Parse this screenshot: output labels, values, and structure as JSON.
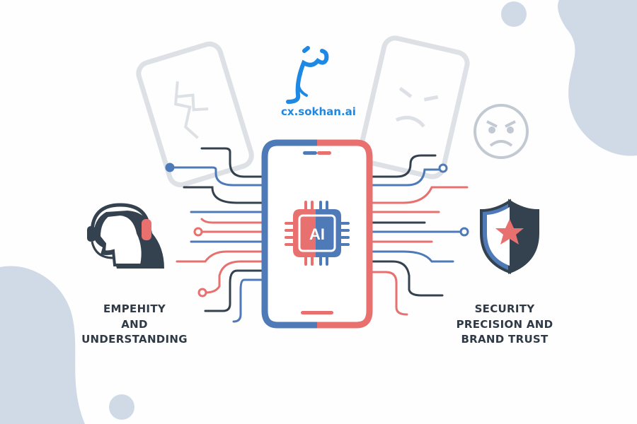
{
  "brand": {
    "logo_text": "سخن",
    "domain": "cx.sokhan.ai"
  },
  "chip": {
    "label": "AI"
  },
  "left_label": {
    "lines": [
      "EMPEHITY",
      "AND",
      "UNDERSTANDING"
    ]
  },
  "right_label": {
    "lines": [
      "SECURITY",
      "PRECISION AND",
      "BRAND TRUST"
    ]
  },
  "colors": {
    "red": "#e8706f",
    "blue": "#4f7ab8",
    "dark": "#34414f",
    "blob": "#cfdae6",
    "brand": "#1e88e5"
  }
}
